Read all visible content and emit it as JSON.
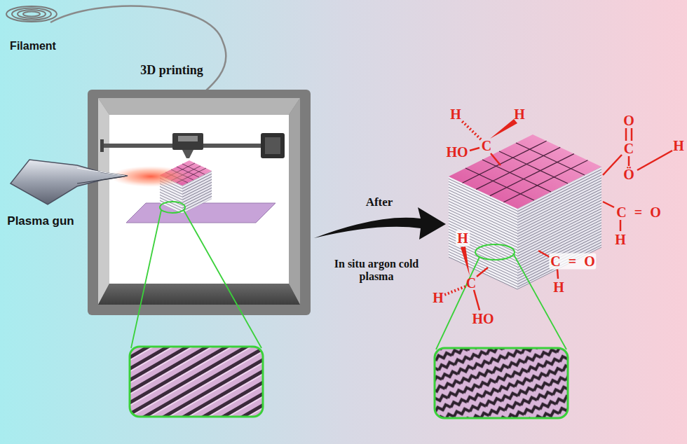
{
  "diagram": {
    "labels": [
      "Filament",
      "3D printing",
      "Plasma gun",
      "After",
      "In situ argon cold plasma",
      "H",
      "H",
      "O",
      "C",
      "C",
      "H",
      "HO",
      "Ö",
      "C = O",
      "H",
      "H",
      "C = O",
      "C",
      "H",
      "H",
      "HO"
    ]
  }
}
